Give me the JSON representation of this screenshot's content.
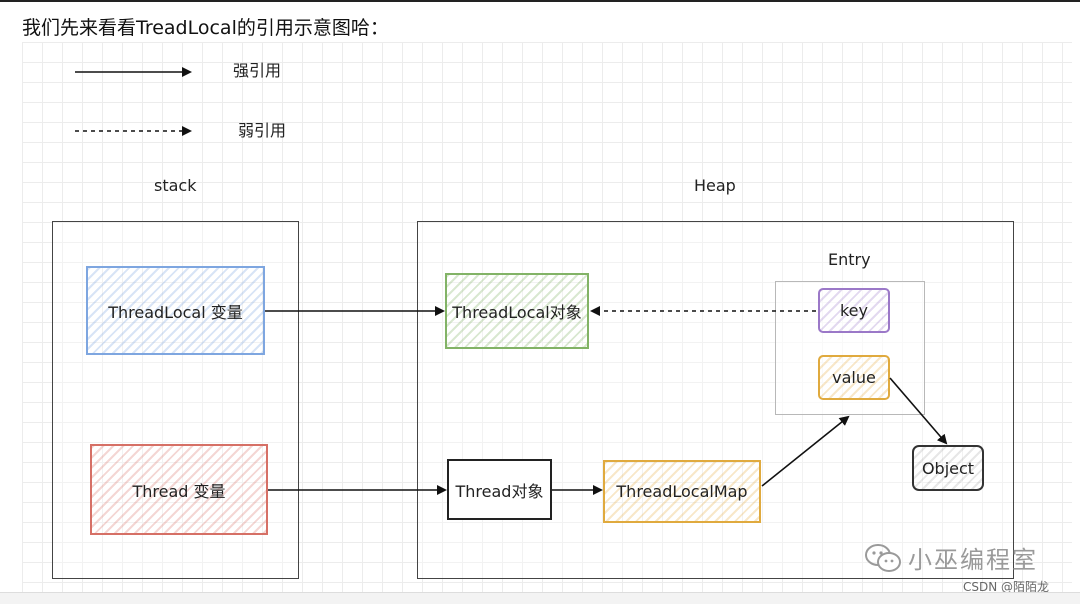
{
  "title": "我们先来看看TreadLocal的引用示意图哈：",
  "legend": {
    "strong_label": "强引用",
    "weak_label": "弱引用"
  },
  "regions": {
    "stack": "stack",
    "heap": "Heap",
    "entry": "Entry"
  },
  "nodes": {
    "threadlocal_var": "ThreadLocal 变量",
    "thread_var": "Thread 变量",
    "threadlocal_obj": "ThreadLocal对象",
    "thread_obj": "Thread对象",
    "threadlocalmap": "ThreadLocalMap",
    "key": "key",
    "value": "value",
    "object": "Object"
  },
  "colors": {
    "blue": "#7ea6e0",
    "green": "#82b366",
    "red": "#d67066",
    "purple": "#9b78c8",
    "orange": "#e0aa3e"
  },
  "watermark": "小巫编程室",
  "csdn": "CSDN @陌陌龙"
}
